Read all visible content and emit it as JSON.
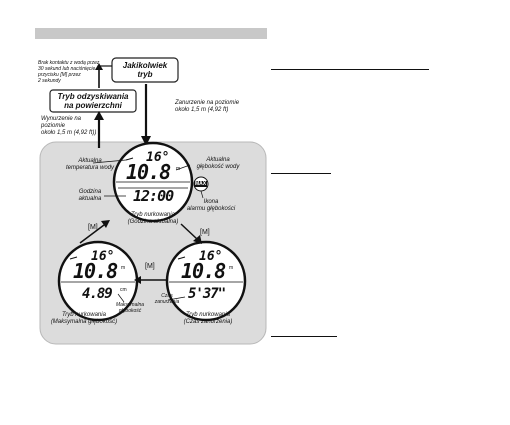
{
  "top_state": "Jakikolwiek\ntryb",
  "note_water": "Brak kontaktu z wodą przez\n30 sekund lub naciśnięcie\nprzycisku [M] przez\n2 sekundy",
  "surface_box": "Tryb odzyskiwania\nna powierzchni",
  "ascent_note": "Wynurzenie na poziomie\nokoło 1,5 m (4,92 ft))",
  "descent_note": "Zanurzenie na poziomie\nokoło 1,5 m (4,92 ft)",
  "callouts": {
    "water_temp": "Aktualna\ntemperatura wody",
    "depth": "Aktualna\ngłębokość wody",
    "time": "Godzina\naktualna",
    "alarm_icon": "Ikona\nalarmu głębokości",
    "max_depth": "Maksymalna\ngłębokość",
    "dive_time": "Czas\nzanurzenia"
  },
  "button_label": "[M]",
  "modes": {
    "current_time": "Tryb nurkowania\n(Godzina aktualna)",
    "max_depth": "Tryb nurkowania\n(Maksymalna głębokość)",
    "dive_time": "Tryb nurkowania\n(Czas zanurzenia)"
  },
  "watch_top": {
    "temp": "16°",
    "depth": "10.8",
    "unit": "m",
    "bottom": "12:00",
    "alarm": "MAX"
  },
  "watch_left": {
    "temp": "16°",
    "depth": "10.8",
    "unit": "m",
    "bottom": "4.89",
    "bottom_unit": "cm"
  },
  "watch_right": {
    "temp": "16°",
    "depth": "10.8",
    "unit": "m",
    "bottom": "5'37\""
  },
  "colors": {
    "panel": "#dcdcdc",
    "header": "#c8c8c8"
  }
}
